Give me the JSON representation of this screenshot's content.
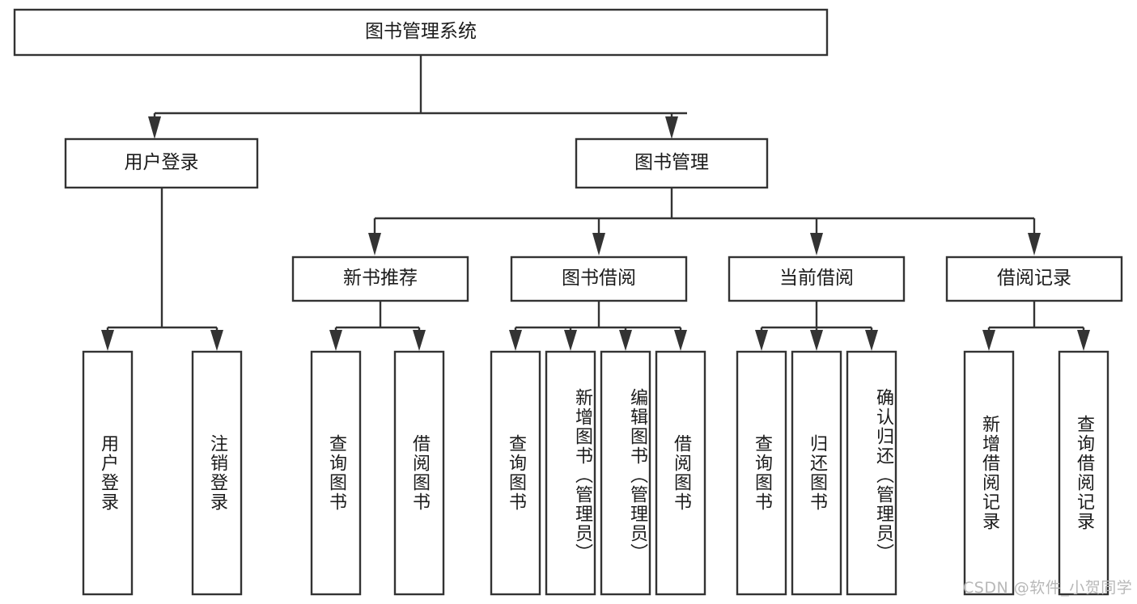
{
  "diagram": {
    "title": "图书管理系统",
    "type": "tree",
    "colors": {
      "stroke": "#333333",
      "node_fill": "#ffffff",
      "text": "#1b1b1b",
      "background": "#ffffff",
      "watermark": "#b8b8b8"
    },
    "levels": {
      "root": {
        "label": "图书管理系统"
      },
      "level2": [
        {
          "label": "用户登录"
        },
        {
          "label": "图书管理"
        }
      ],
      "level3": [
        {
          "label": "新书推荐"
        },
        {
          "label": "图书借阅"
        },
        {
          "label": "当前借阅"
        },
        {
          "label": "借阅记录"
        }
      ],
      "leaves": [
        {
          "label": "用户登录",
          "parent": "用户登录"
        },
        {
          "label": "注销登录",
          "parent": "用户登录"
        },
        {
          "label": "查询图书",
          "parent": "新书推荐"
        },
        {
          "label": "借阅图书",
          "parent": "新书推荐"
        },
        {
          "label": "查询图书",
          "parent": "图书借阅"
        },
        {
          "label": "新增图书（管理员）",
          "parent": "图书借阅"
        },
        {
          "label": "编辑图书（管理员）",
          "parent": "图书借阅"
        },
        {
          "label": "借阅图书",
          "parent": "图书借阅"
        },
        {
          "label": "查询图书",
          "parent": "当前借阅"
        },
        {
          "label": "归还图书",
          "parent": "当前借阅"
        },
        {
          "label": "确认归还（管理员）",
          "parent": "当前借阅"
        },
        {
          "label": "新增借阅记录",
          "parent": "借阅记录"
        },
        {
          "label": "查询借阅记录",
          "parent": "借阅记录"
        }
      ]
    }
  },
  "watermark": {
    "text": "CSDN @软件_小贺同学"
  }
}
